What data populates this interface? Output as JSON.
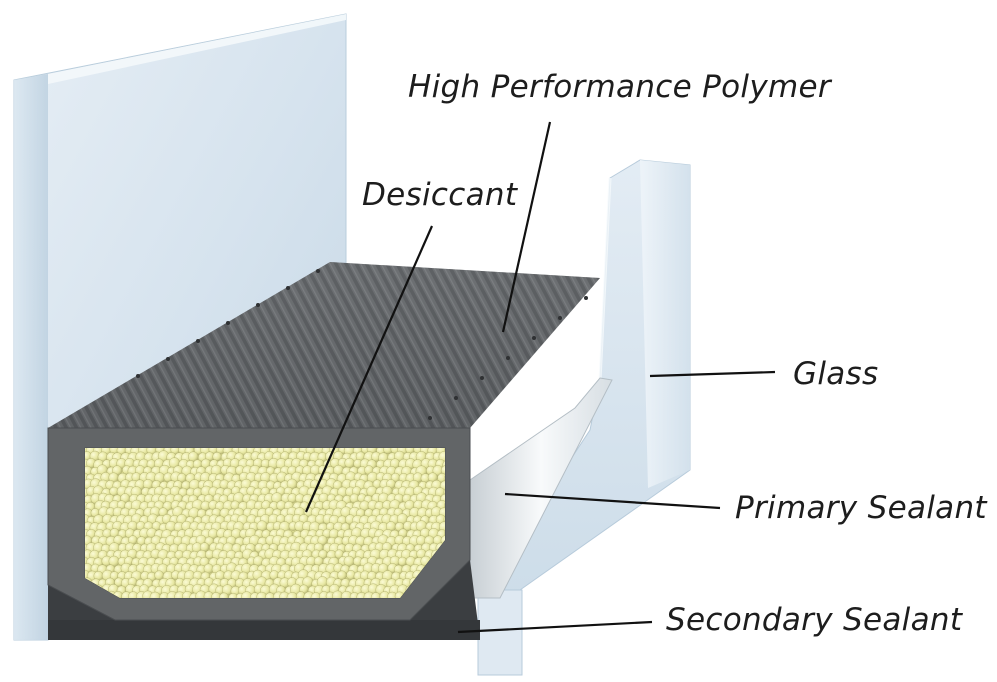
{
  "diagram": {
    "labels": {
      "high_performance_polymer": "High Performance Polymer",
      "desiccant": "Desiccant",
      "glass": "Glass",
      "primary_sealant": "Primary Sealant",
      "secondary_sealant": "Secondary Sealant"
    },
    "colors": {
      "glass": "#d4e3ee",
      "polymer": "#626567",
      "desiccant": "#eeeeb0",
      "secondary_sealant": "#3c3f42",
      "primary_sealant": "#eef3f6",
      "leader_line": "#111111"
    }
  }
}
